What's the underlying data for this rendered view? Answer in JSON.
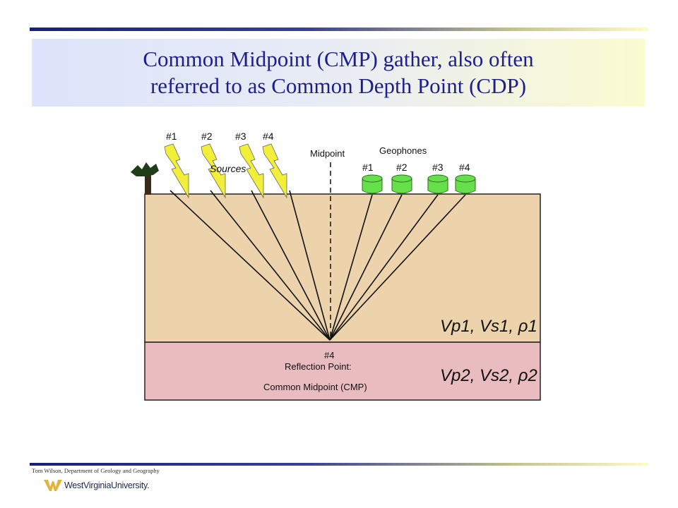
{
  "title": {
    "line1": "Common Midpoint (CMP) gather, also often",
    "line2": "referred to as Common Depth Point (CDP)"
  },
  "diagram": {
    "source_numbers": [
      "#1",
      "#2",
      "#3",
      "#4"
    ],
    "sources_label": "Sources",
    "midpoint_label": "Midpoint",
    "geophones_label": "Geophones",
    "geophone_numbers": [
      "#1",
      "#2",
      "#3",
      "#4"
    ],
    "reflection_number": "#4",
    "reflection_line1": "Reflection Point:",
    "reflection_line2": "Common Midpoint (CMP)",
    "layer1_props": "Vp1, Vs1, ρ1",
    "layer2_props": "Vp2, Vs2, ρ2",
    "colors": {
      "upper_layer": "#ecd3ab",
      "lower_layer": "#e9bcc0",
      "source_bolt": "#f2ef3a",
      "geophone": "#66e04a"
    }
  },
  "footer": {
    "credit": "Tom Wilson, Department of Geology and Geography",
    "university": "WestVirginiaUniversity."
  }
}
